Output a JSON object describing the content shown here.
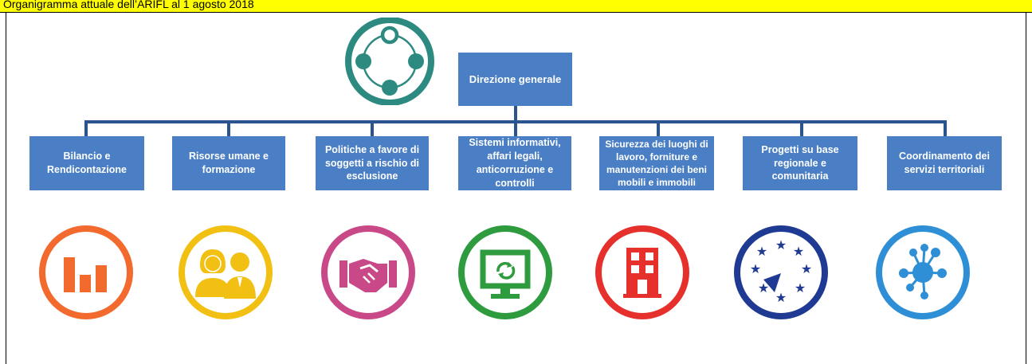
{
  "header": {
    "caption": "Organigramma attuale dell’ARIFL al 1 agosto 2018"
  },
  "diagram": {
    "root": {
      "label": "Direzione generale"
    },
    "units": [
      {
        "label": "Bilancio e Rendicontazione",
        "icon": "bar-chart-icon",
        "color": "#f26a2e"
      },
      {
        "label": "Risorse umane e formazione",
        "icon": "people-icon",
        "color": "#f2c012"
      },
      {
        "label": "Politiche a favore di soggetti a rischio di esclusione",
        "icon": "handshake-icon",
        "color": "#c94887"
      },
      {
        "label": "Sistemi informativi, affari legali, anticorruzione e controlli",
        "icon": "monitor-icon",
        "color": "#2e9b3e"
      },
      {
        "label": "Sicurezza dei luoghi di lavoro, forniture e manutenzioni dei beni mobili e immobili",
        "icon": "building-icon",
        "color": "#e5302c"
      },
      {
        "label": "Progetti su base regionale e comunitaria",
        "icon": "eu-stars-icon",
        "color": "#1f3a93"
      },
      {
        "label": "Coordinamento dei servizi territoriali",
        "icon": "network-icon",
        "color": "#2e8fd6"
      }
    ],
    "colors": {
      "box": "#4a7fc5",
      "connector": "#2a548e",
      "logo": "#2d8a80"
    }
  }
}
